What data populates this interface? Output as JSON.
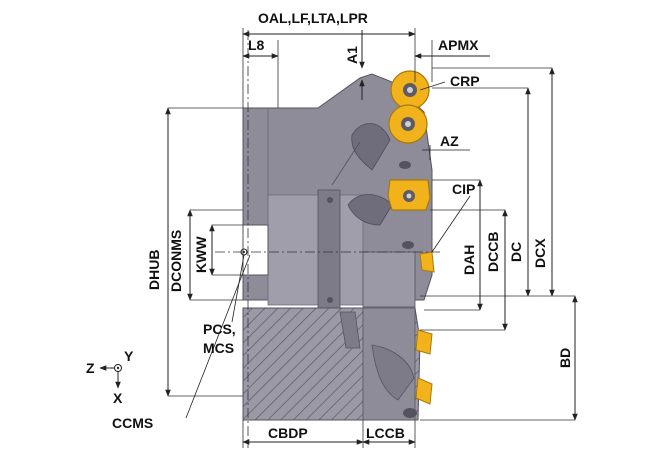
{
  "labels": {
    "oal": "OAL,LF,LTA,LPR",
    "l8": "L8",
    "a1": "A1",
    "apmx": "APMX",
    "crp": "CRP",
    "az": "AZ",
    "cip": "CIP",
    "dhub": "DHUB",
    "dconms": "DCONMS",
    "kww": "KWW",
    "dah": "DAH",
    "dccb": "DCCB",
    "dc": "DC",
    "dcx": "DCX",
    "bd": "BD",
    "pcs": "PCS,",
    "mcs": "MCS",
    "ccms": "CCMS",
    "cbdp": "CBDP",
    "lccb": "LCCB",
    "axis_z": "Z",
    "axis_y": "Y",
    "axis_x": "X"
  },
  "colors": {
    "body": "#8e8c99",
    "body_dark": "#6f6d7b",
    "hatch_bg": "#9b99a6",
    "insert": "#f2b21b",
    "insert_edge": "#a87a08",
    "screw": "#5d5b66"
  }
}
